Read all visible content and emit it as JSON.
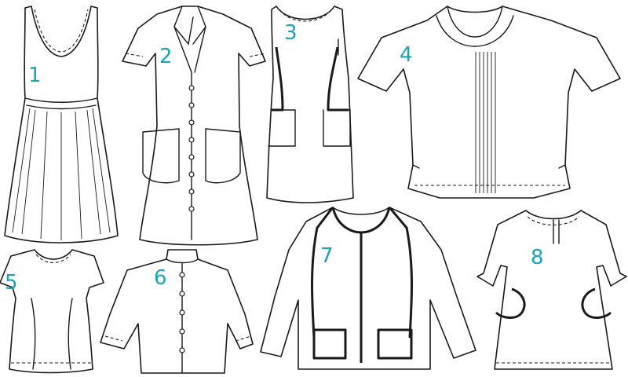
{
  "garments": [
    {
      "id": "dress-1",
      "number": "1",
      "icon": "sleeveless-gathered-dress-icon"
    },
    {
      "id": "dress-2",
      "number": "2",
      "icon": "button-front-shirt-dress-icon"
    },
    {
      "id": "dress-3",
      "number": "3",
      "icon": "sleeveless-shift-dress-icon"
    },
    {
      "id": "top-4",
      "number": "4",
      "icon": "kimono-sleeve-top-icon"
    },
    {
      "id": "top-5",
      "number": "5",
      "icon": "cap-sleeve-fitted-top-icon"
    },
    {
      "id": "blouse-6",
      "number": "6",
      "icon": "stand-collar-blouse-icon"
    },
    {
      "id": "jacket-7",
      "number": "7",
      "icon": "collarless-jacket-icon"
    },
    {
      "id": "tunic-8",
      "number": "8",
      "icon": "long-sleeve-tunic-icon"
    }
  ],
  "colors": {
    "number": "#1aa3b5",
    "line": "#1a1a1a",
    "background": "#ffffff"
  }
}
